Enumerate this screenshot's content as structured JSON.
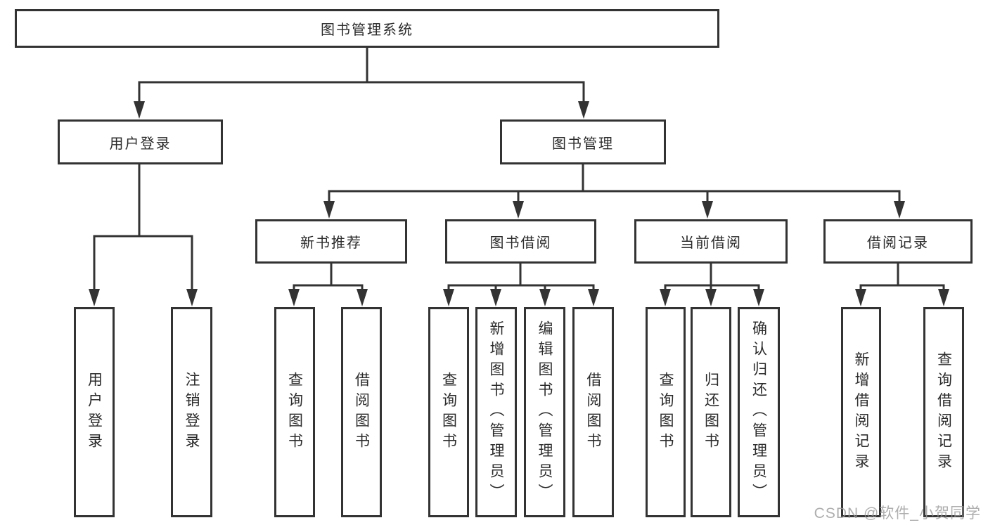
{
  "page": {
    "background": "#ffffff"
  },
  "colors": {
    "line": "#333333",
    "box_border": "#333333",
    "box_background": "#ffffff",
    "text": "#2b2b2b",
    "watermark": "#9a9a9a"
  },
  "watermark": {
    "text": "CSDN @软件_小贺同学"
  },
  "tree": {
    "root": {
      "label": "图书管理系统"
    },
    "branches": [
      {
        "label": "用户登录",
        "children": [
          {
            "label": "用户登录"
          },
          {
            "label": "注销登录"
          }
        ]
      },
      {
        "label": "图书管理",
        "children": [
          {
            "label": "新书推荐",
            "children": [
              {
                "label": "查询图书"
              },
              {
                "label": "借阅图书"
              }
            ]
          },
          {
            "label": "图书借阅",
            "children": [
              {
                "label": "查询图书"
              },
              {
                "label": "新增图书（管理员）"
              },
              {
                "label": "编辑图书（管理员）"
              },
              {
                "label": "借阅图书"
              }
            ]
          },
          {
            "label": "当前借阅",
            "children": [
              {
                "label": "查询图书"
              },
              {
                "label": "归还图书"
              },
              {
                "label": "确认归还（管理员）"
              }
            ]
          },
          {
            "label": "借阅记录",
            "children": [
              {
                "label": "新增借阅记录"
              },
              {
                "label": "查询借阅记录"
              }
            ]
          }
        ]
      }
    ]
  }
}
